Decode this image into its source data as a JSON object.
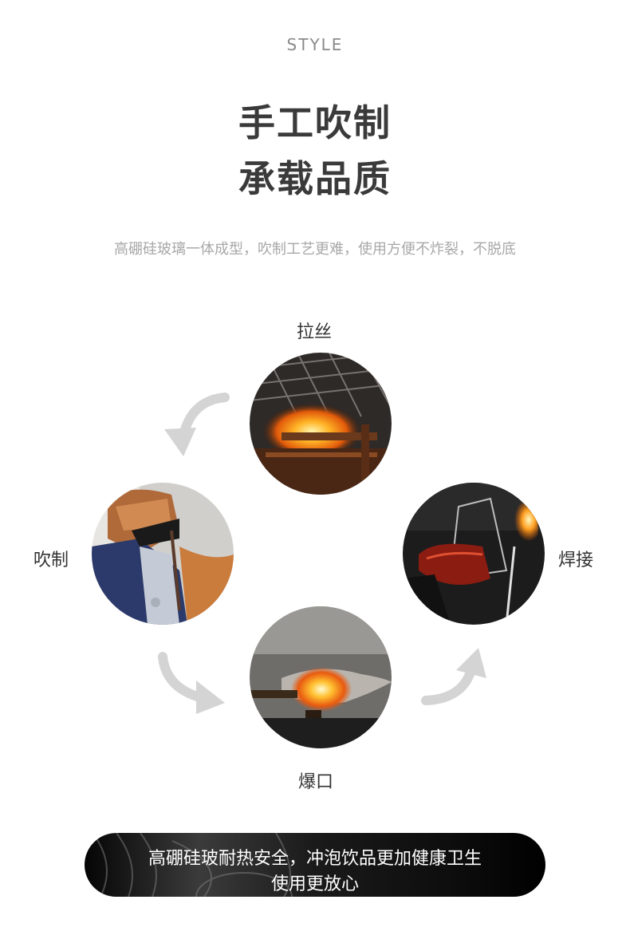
{
  "header": {
    "tag": "STYLE",
    "title_line1": "手工吹制",
    "title_line2": "承载品质",
    "subtitle": "高硼硅玻璃一体成型，吹制工艺更难，使用方便不炸裂，不脱底"
  },
  "process": {
    "steps": [
      {
        "label": "拉丝"
      },
      {
        "label": "焊接"
      },
      {
        "label": "爆口"
      },
      {
        "label": "吹制"
      }
    ]
  },
  "banner": {
    "line1": "高硼硅玻耐热安全，冲泡饮品更加健康卫生",
    "line2": "使用更放心"
  },
  "colors": {
    "title": "#3a3a3a",
    "subtitle": "#a8a8a8",
    "arrow": "#d4d4d4",
    "flame": "#ff9a1f"
  }
}
